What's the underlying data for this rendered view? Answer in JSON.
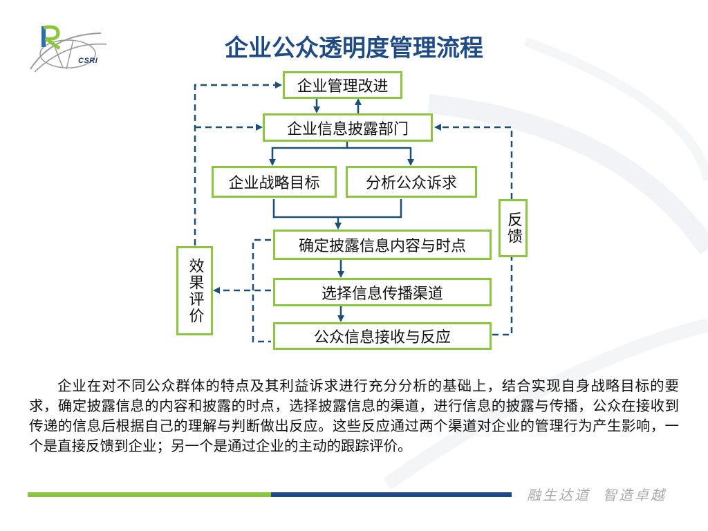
{
  "header": {
    "logo_text": "CSRI",
    "title": "企业公众透明度管理流程"
  },
  "diagram": {
    "nodes": {
      "management_improvement": "企业管理改进",
      "disclosure_department": "企业信息披露部门",
      "strategic_goals": "企业战略目标",
      "public_demands": "分析公众诉求",
      "determine_content": "确定披露信息内容与时点",
      "select_channel": "选择信息传播渠道",
      "public_reception": "公众信息接收与反应",
      "effect_evaluation": "效果评价",
      "feedback": "反馈"
    }
  },
  "body": {
    "paragraph": "企业在对不同公众群体的特点及其利益诉求进行充分分析的基础上，结合实现自身战略目标的要求，确定披露信息的内容和披露的时点，选择披露信息的渠道，进行信息的披露与传播，公众在接收到传递的信息后根据自己的理解与判断做出反应。这些反应通过两个渠道对企业的管理行为产生影响，一个是直接反馈到企业；另一个是通过企业的主动的跟踪评价。"
  },
  "footer": {
    "slogan_left": "融生达道",
    "slogan_right": "智造卓越"
  },
  "colors": {
    "title_blue": "#1f4a84",
    "box_border_green": "#8cc63f",
    "arrow_blue": "#1c4f73"
  }
}
